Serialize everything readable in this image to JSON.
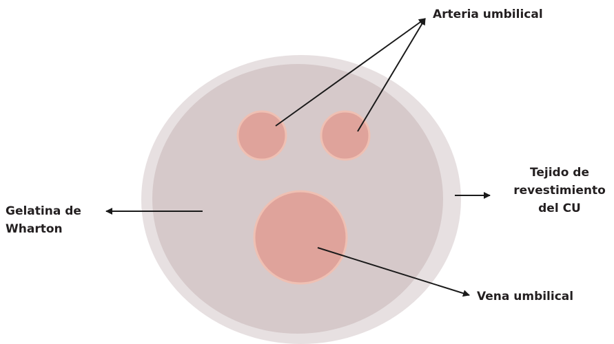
{
  "labels": {
    "arteria": "Arteria umbilical",
    "tejido": [
      "Tejido de",
      "revestimiento",
      "del CU"
    ],
    "gelatina": [
      "Gelatina de",
      "Wharton"
    ],
    "vena": "Vena umbilical"
  },
  "colors": {
    "outer_layer": "#e7e0e1",
    "wharton_jelly": "#d6c9ca",
    "vessel_fill": "#dfa39b",
    "vessel_rim": "#efc0b3",
    "text": "#231f20",
    "arrow": "#1a1a1a"
  }
}
